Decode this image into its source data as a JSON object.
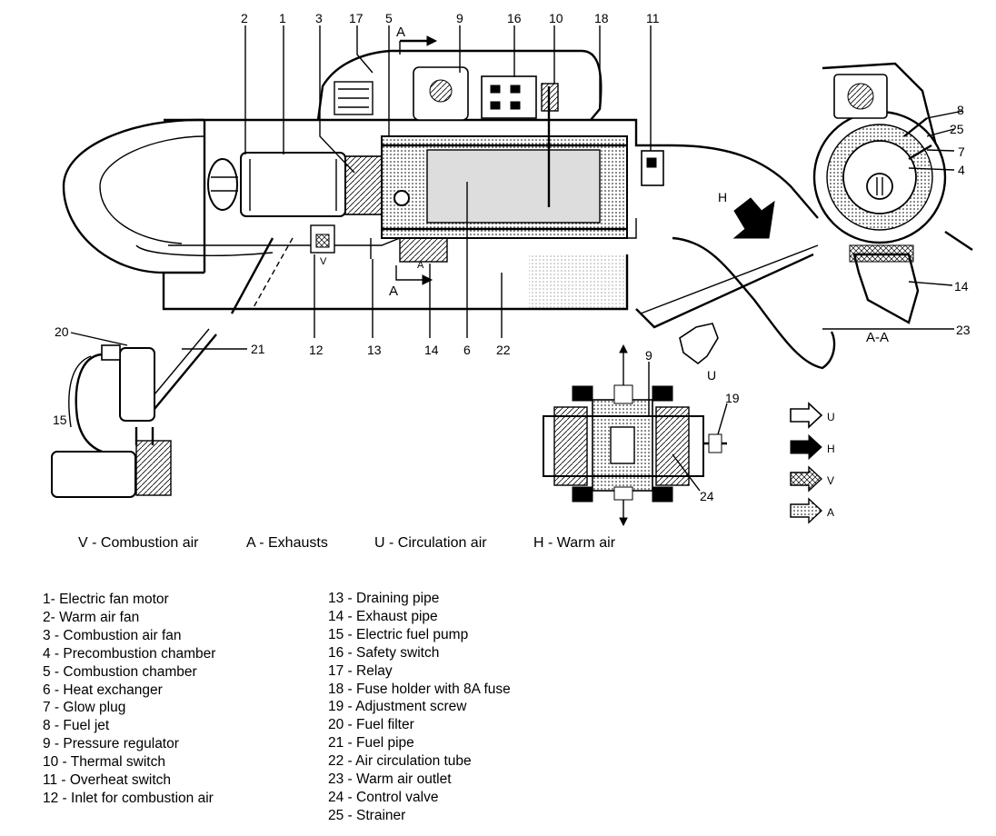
{
  "diagram": {
    "callouts_top": [
      "2",
      "1",
      "3",
      "17",
      "5",
      "9",
      "16",
      "10",
      "18",
      "11"
    ],
    "callouts_bottom": [
      "12",
      "13",
      "14",
      "6",
      "22"
    ],
    "callouts_side": [
      "8",
      "25",
      "7",
      "4",
      "14",
      "23"
    ],
    "callouts_pump": [
      "20",
      "21",
      "15"
    ],
    "callouts_valve": [
      "9",
      "19",
      "24"
    ],
    "section_marks": [
      "A",
      "A",
      "A-A",
      "H",
      "U",
      "V",
      "A"
    ],
    "flow_keys": [
      "U",
      "H",
      "V",
      "A"
    ]
  },
  "flow_legend": {
    "v": "V - Combustion air",
    "a": "A - Exhausts",
    "u": "U - Circulation air",
    "h": "H - Warm air"
  },
  "parts_left": [
    "1- Electric fan motor",
    "2- Warm air fan",
    "3 - Combustion air fan",
    "4 - Precombustion chamber",
    "5 - Combustion chamber",
    "6 - Heat exchanger",
    "7 - Glow plug",
    "8 - Fuel jet",
    "9 - Pressure regulator",
    "10 - Thermal switch",
    "11 - Overheat switch",
    "12 - Inlet for combustion air"
  ],
  "parts_right": [
    "13 - Draining pipe",
    "14 - Exhaust pipe",
    "15 - Electric fuel pump",
    "16 - Safety switch",
    "17 - Relay",
    "18 - Fuse holder with 8A fuse",
    "19 - Adjustment screw",
    "20 - Fuel filter",
    "21 - Fuel pipe",
    "22 - Air circulation tube",
    "23 - Warm air outlet",
    "24 - Control valve",
    "25 - Strainer"
  ]
}
